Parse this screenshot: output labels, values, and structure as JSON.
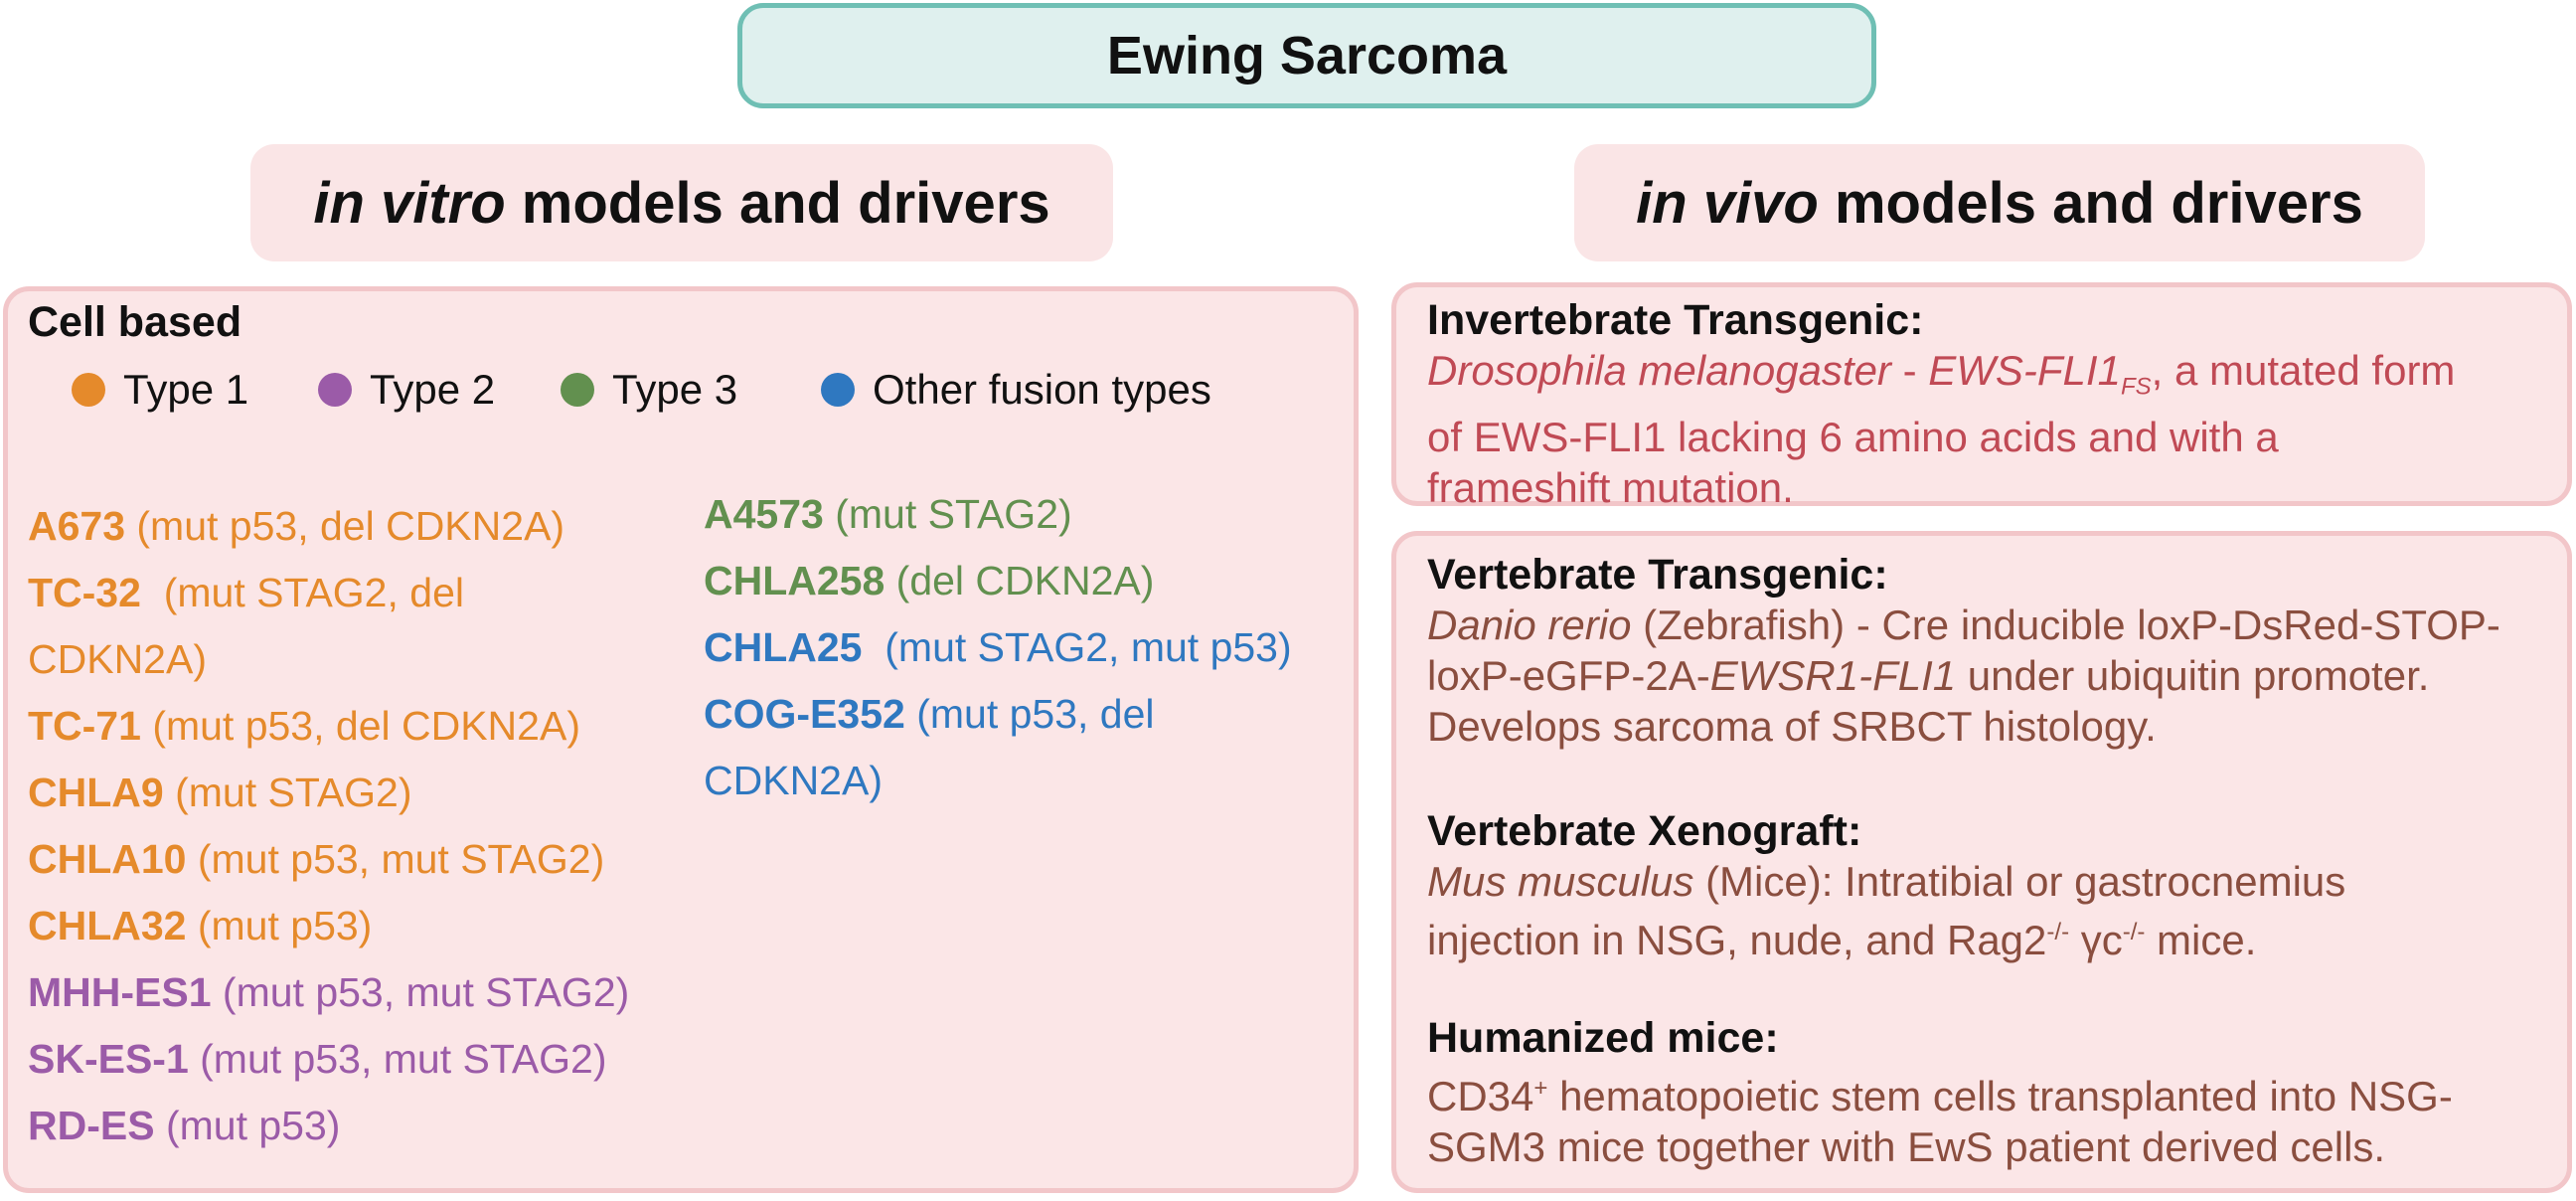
{
  "title": "Ewing Sarcoma",
  "in_vitro_heading": {
    "italic": "in vitro",
    "rest": " models and drivers"
  },
  "in_vivo_heading": {
    "italic": "in vivo",
    "rest": " models and drivers"
  },
  "cell_based": {
    "heading": "Cell based",
    "legend": [
      {
        "label": "Type 1",
        "color": "#e58a2b"
      },
      {
        "label": "Type 2",
        "color": "#9b5ba8"
      },
      {
        "label": "Type 3",
        "color": "#62904f"
      },
      {
        "label": "Other fusion types",
        "color": "#2f78c0"
      }
    ],
    "column1": [
      {
        "name": "A673",
        "detail": " (mut p53, del CDKN2A)",
        "type": "t1"
      },
      {
        "name": "TC-32",
        "detail": "  (mut STAG2, del",
        "type": "t1"
      },
      {
        "name": "",
        "detail": "CDKN2A)",
        "type": "t1"
      },
      {
        "name": "TC-71",
        "detail": " (mut p53, del CDKN2A)",
        "type": "t1"
      },
      {
        "name": "CHLA9",
        "detail": " (mut STAG2)",
        "type": "t1"
      },
      {
        "name": "CHLA10",
        "detail": " (mut p53, mut STAG2)",
        "type": "t1"
      },
      {
        "name": "CHLA32",
        "detail": " (mut p53)",
        "type": "t1"
      },
      {
        "name": "MHH-ES1",
        "detail": " (mut p53, mut STAG2)",
        "type": "t2"
      },
      {
        "name": "SK-ES-1",
        "detail": " (mut p53, mut STAG2)",
        "type": "t2"
      },
      {
        "name": "RD-ES",
        "detail": " (mut p53)",
        "type": "t2"
      }
    ],
    "column2": [
      {
        "name": "A4573",
        "detail": " (mut STAG2)",
        "type": "t3"
      },
      {
        "name": "CHLA258",
        "detail": " (del CDKN2A)",
        "type": "t3"
      },
      {
        "name": "CHLA25",
        "detail": "  (mut STAG2, mut p53)",
        "type": "t4"
      },
      {
        "name": "COG-E352",
        "detail": " (mut p53, del",
        "type": "t4"
      },
      {
        "name": "",
        "detail": "CDKN2A)",
        "type": "t4"
      }
    ]
  },
  "invertebrate": {
    "heading": "Invertebrate Transgenic:",
    "species": "Drosophila melanogaster",
    "dash": " - ",
    "gene": "EWS-FLI1",
    "gene_sub": "FS",
    "line1_rest": ", a mutated form",
    "line2": "of EWS-FLI1 lacking 6 amino acids and with a",
    "line3": "frameshift mutation."
  },
  "vertebrate_transgenic": {
    "heading": "Vertebrate Transgenic:",
    "species": "Danio rerio",
    "line1_rest": " (Zebrafish) - Cre inducible loxP-DsRed-STOP-",
    "line2_a": "loxP-eGFP-2A-",
    "line2_gene": "EWSR1-FLI1",
    "line2_b": " under ubiquitin promoter.",
    "line3": "Develops sarcoma of SRBCT histology."
  },
  "vertebrate_xenograft": {
    "heading": "Vertebrate Xenograft:",
    "species": "Mus musculus",
    "line1_rest": " (Mice): Intratibial or gastrocnemius",
    "line2_a": "injection in NSG, nude, and Rag2",
    "line2_sup1": "-/-",
    "line2_b": " γc",
    "line2_sup2": "-/-",
    "line2_c": " mice."
  },
  "humanized": {
    "heading": "Humanized mice:",
    "line1_a": "CD34",
    "line1_sup": "+",
    "line1_b": " hematopoietic stem cells transplanted into NSG-",
    "line2": "SGM3 mice together with EwS patient derived cells."
  }
}
